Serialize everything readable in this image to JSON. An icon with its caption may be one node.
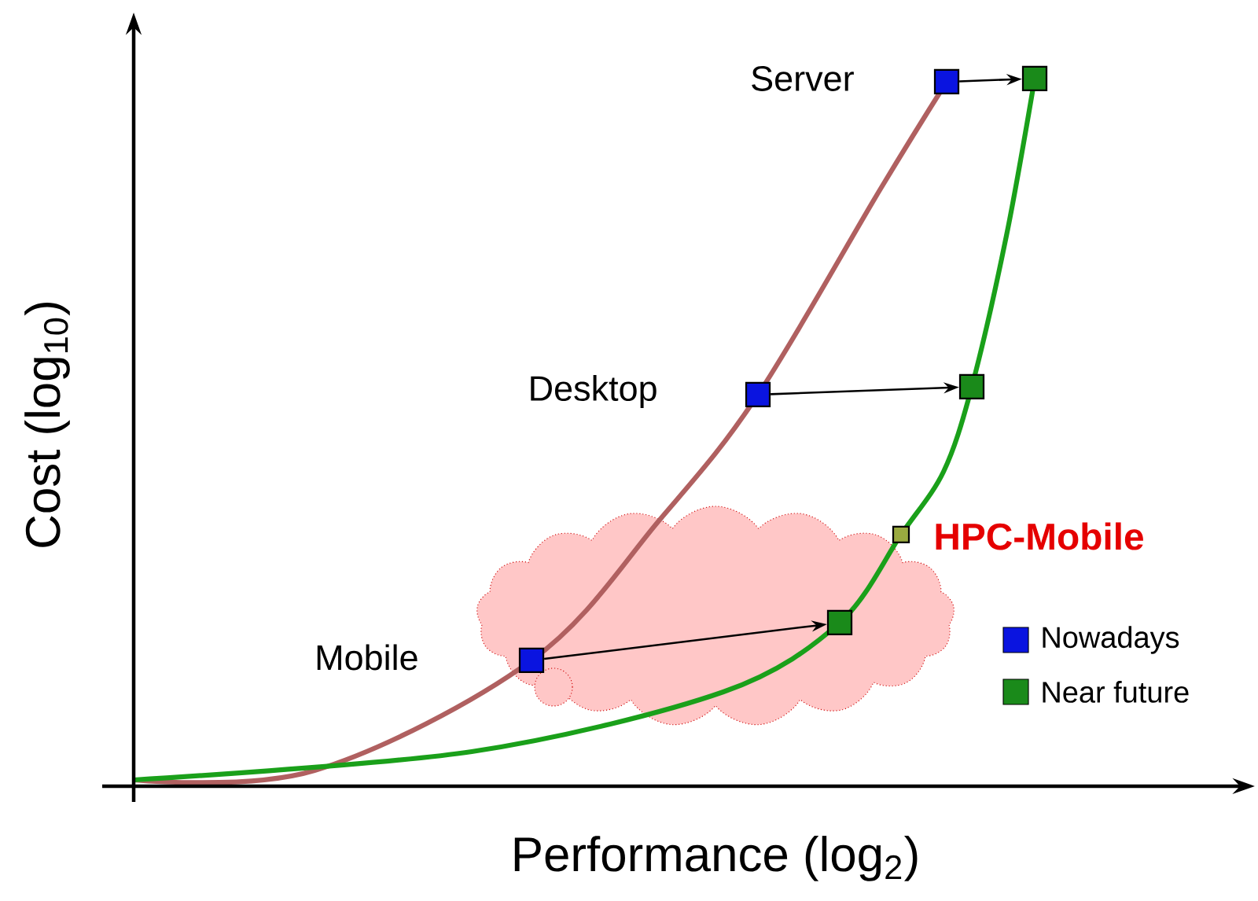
{
  "diagram": {
    "nodes": [
      {
        "text": [],
        "shape": "box",
        "beside": [
          "Mobile"
        ]
      },
      {
        "text": [],
        "shape": "box",
        "beside": [
          "Desktop"
        ]
      },
      {
        "text": [],
        "shape": "box",
        "beside": [
          "Server"
        ]
      },
      {
        "text": [],
        "shape": "box"
      },
      {
        "text": [],
        "shape": "box"
      },
      {
        "text": [],
        "shape": "box"
      },
      {
        "text": [],
        "shape": "box",
        "beside": [
          "HPC-Mobile"
        ]
      }
    ],
    "edges": [
      {
        "from": 0,
        "to": 3,
        "arrow": "to"
      },
      {
        "from": 1,
        "to": 4,
        "arrow": "to"
      },
      {
        "from": 2,
        "to": 5,
        "arrow": "to"
      }
    ],
    "labels": [
      "Cost (log$_{10}$)",
      "Performance (log$_{2}$)"
    ],
    "legend": [
      {
        "text": "Nowadays",
        "color": "#0a14e0"
      },
      {
        "text": "Near future",
        "color": "#1a8a1a"
      }
    ]
  }
}
